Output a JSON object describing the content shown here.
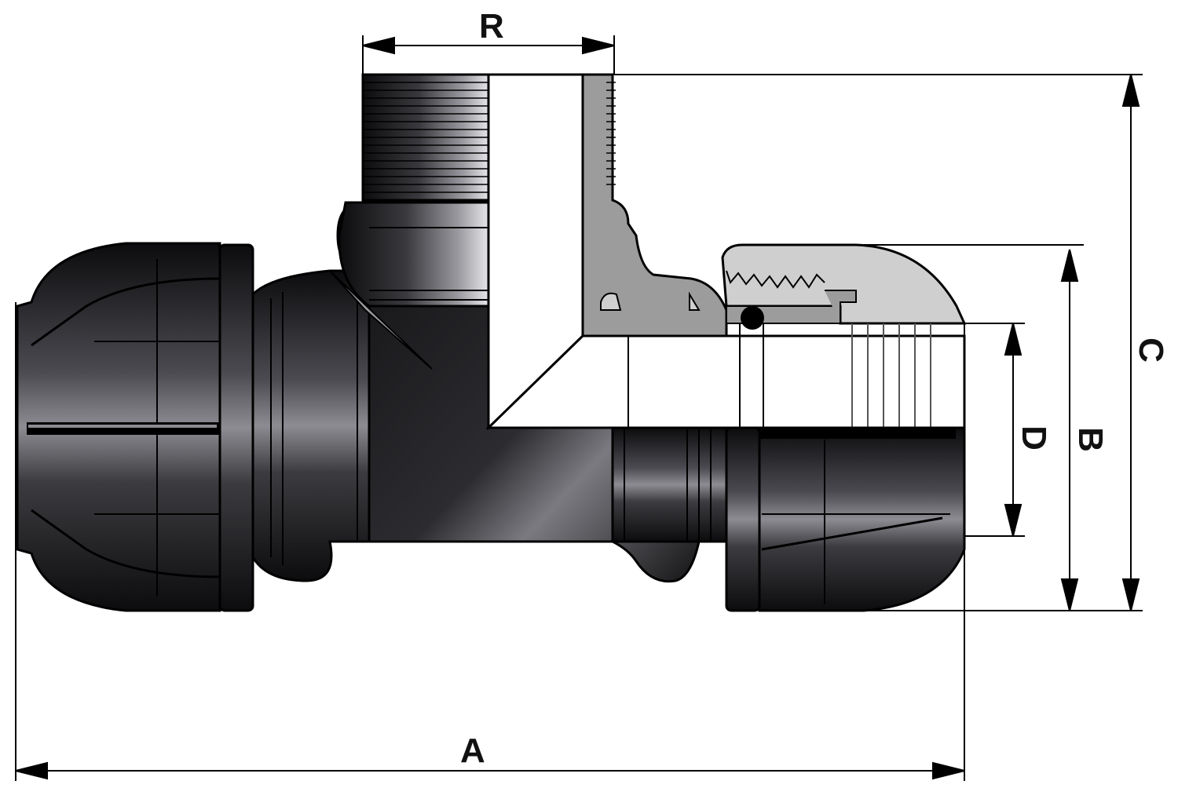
{
  "dimensions": {
    "A": "A",
    "B": "B",
    "C": "C",
    "D": "D",
    "R": "R"
  },
  "colors": {
    "body_dark": "#1a1a1c",
    "body_mid": "#3a3a3e",
    "highlight": "#9a9aa0",
    "section_grey": "#9c9c9c",
    "section_light": "#cfcfcf",
    "outline": "#000000",
    "background": "#ffffff"
  }
}
